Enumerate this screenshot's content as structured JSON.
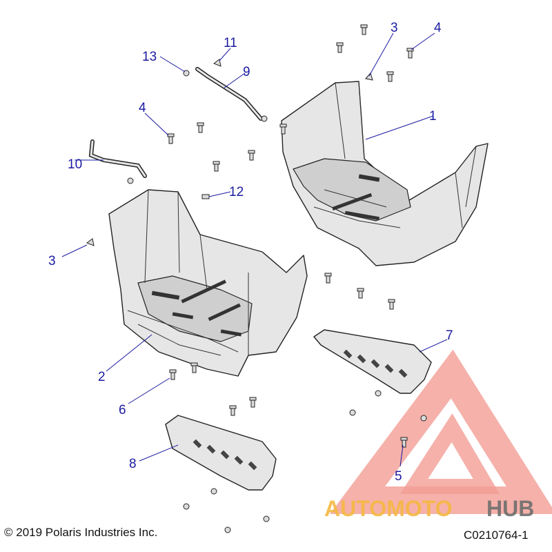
{
  "callouts": [
    {
      "label": "1",
      "part": "right-floor-pan"
    },
    {
      "label": "2",
      "part": "left-floor-pan"
    },
    {
      "label": "3",
      "part": "push-rivet-right"
    },
    {
      "label": "3",
      "part": "push-rivet-left"
    },
    {
      "label": "4",
      "part": "bolt-right"
    },
    {
      "label": "4",
      "part": "bolt-left"
    },
    {
      "label": "5",
      "part": "nut"
    },
    {
      "label": "6",
      "part": "screw"
    },
    {
      "label": "7",
      "part": "right-footrest"
    },
    {
      "label": "8",
      "part": "left-footrest"
    },
    {
      "label": "9",
      "part": "right-brace"
    },
    {
      "label": "10",
      "part": "left-brace"
    },
    {
      "label": "11",
      "part": "clip"
    },
    {
      "label": "12",
      "part": "push-pin"
    },
    {
      "label": "13",
      "part": "washer-nut"
    }
  ],
  "footer": {
    "copyright": "© 2019 Polaris Industries Inc.",
    "diagram_id": "C0210764-1"
  },
  "watermark": {
    "text_part1": "AUTOMOTO",
    "text_part2": "HUB",
    "color_primary": "#f08c82",
    "color_secondary": "#f5b841",
    "color_gray": "#6e6e6e"
  },
  "colors": {
    "callout": "#1a1aa0",
    "part_fill": "#e6e6e6",
    "outline": "#222222"
  }
}
